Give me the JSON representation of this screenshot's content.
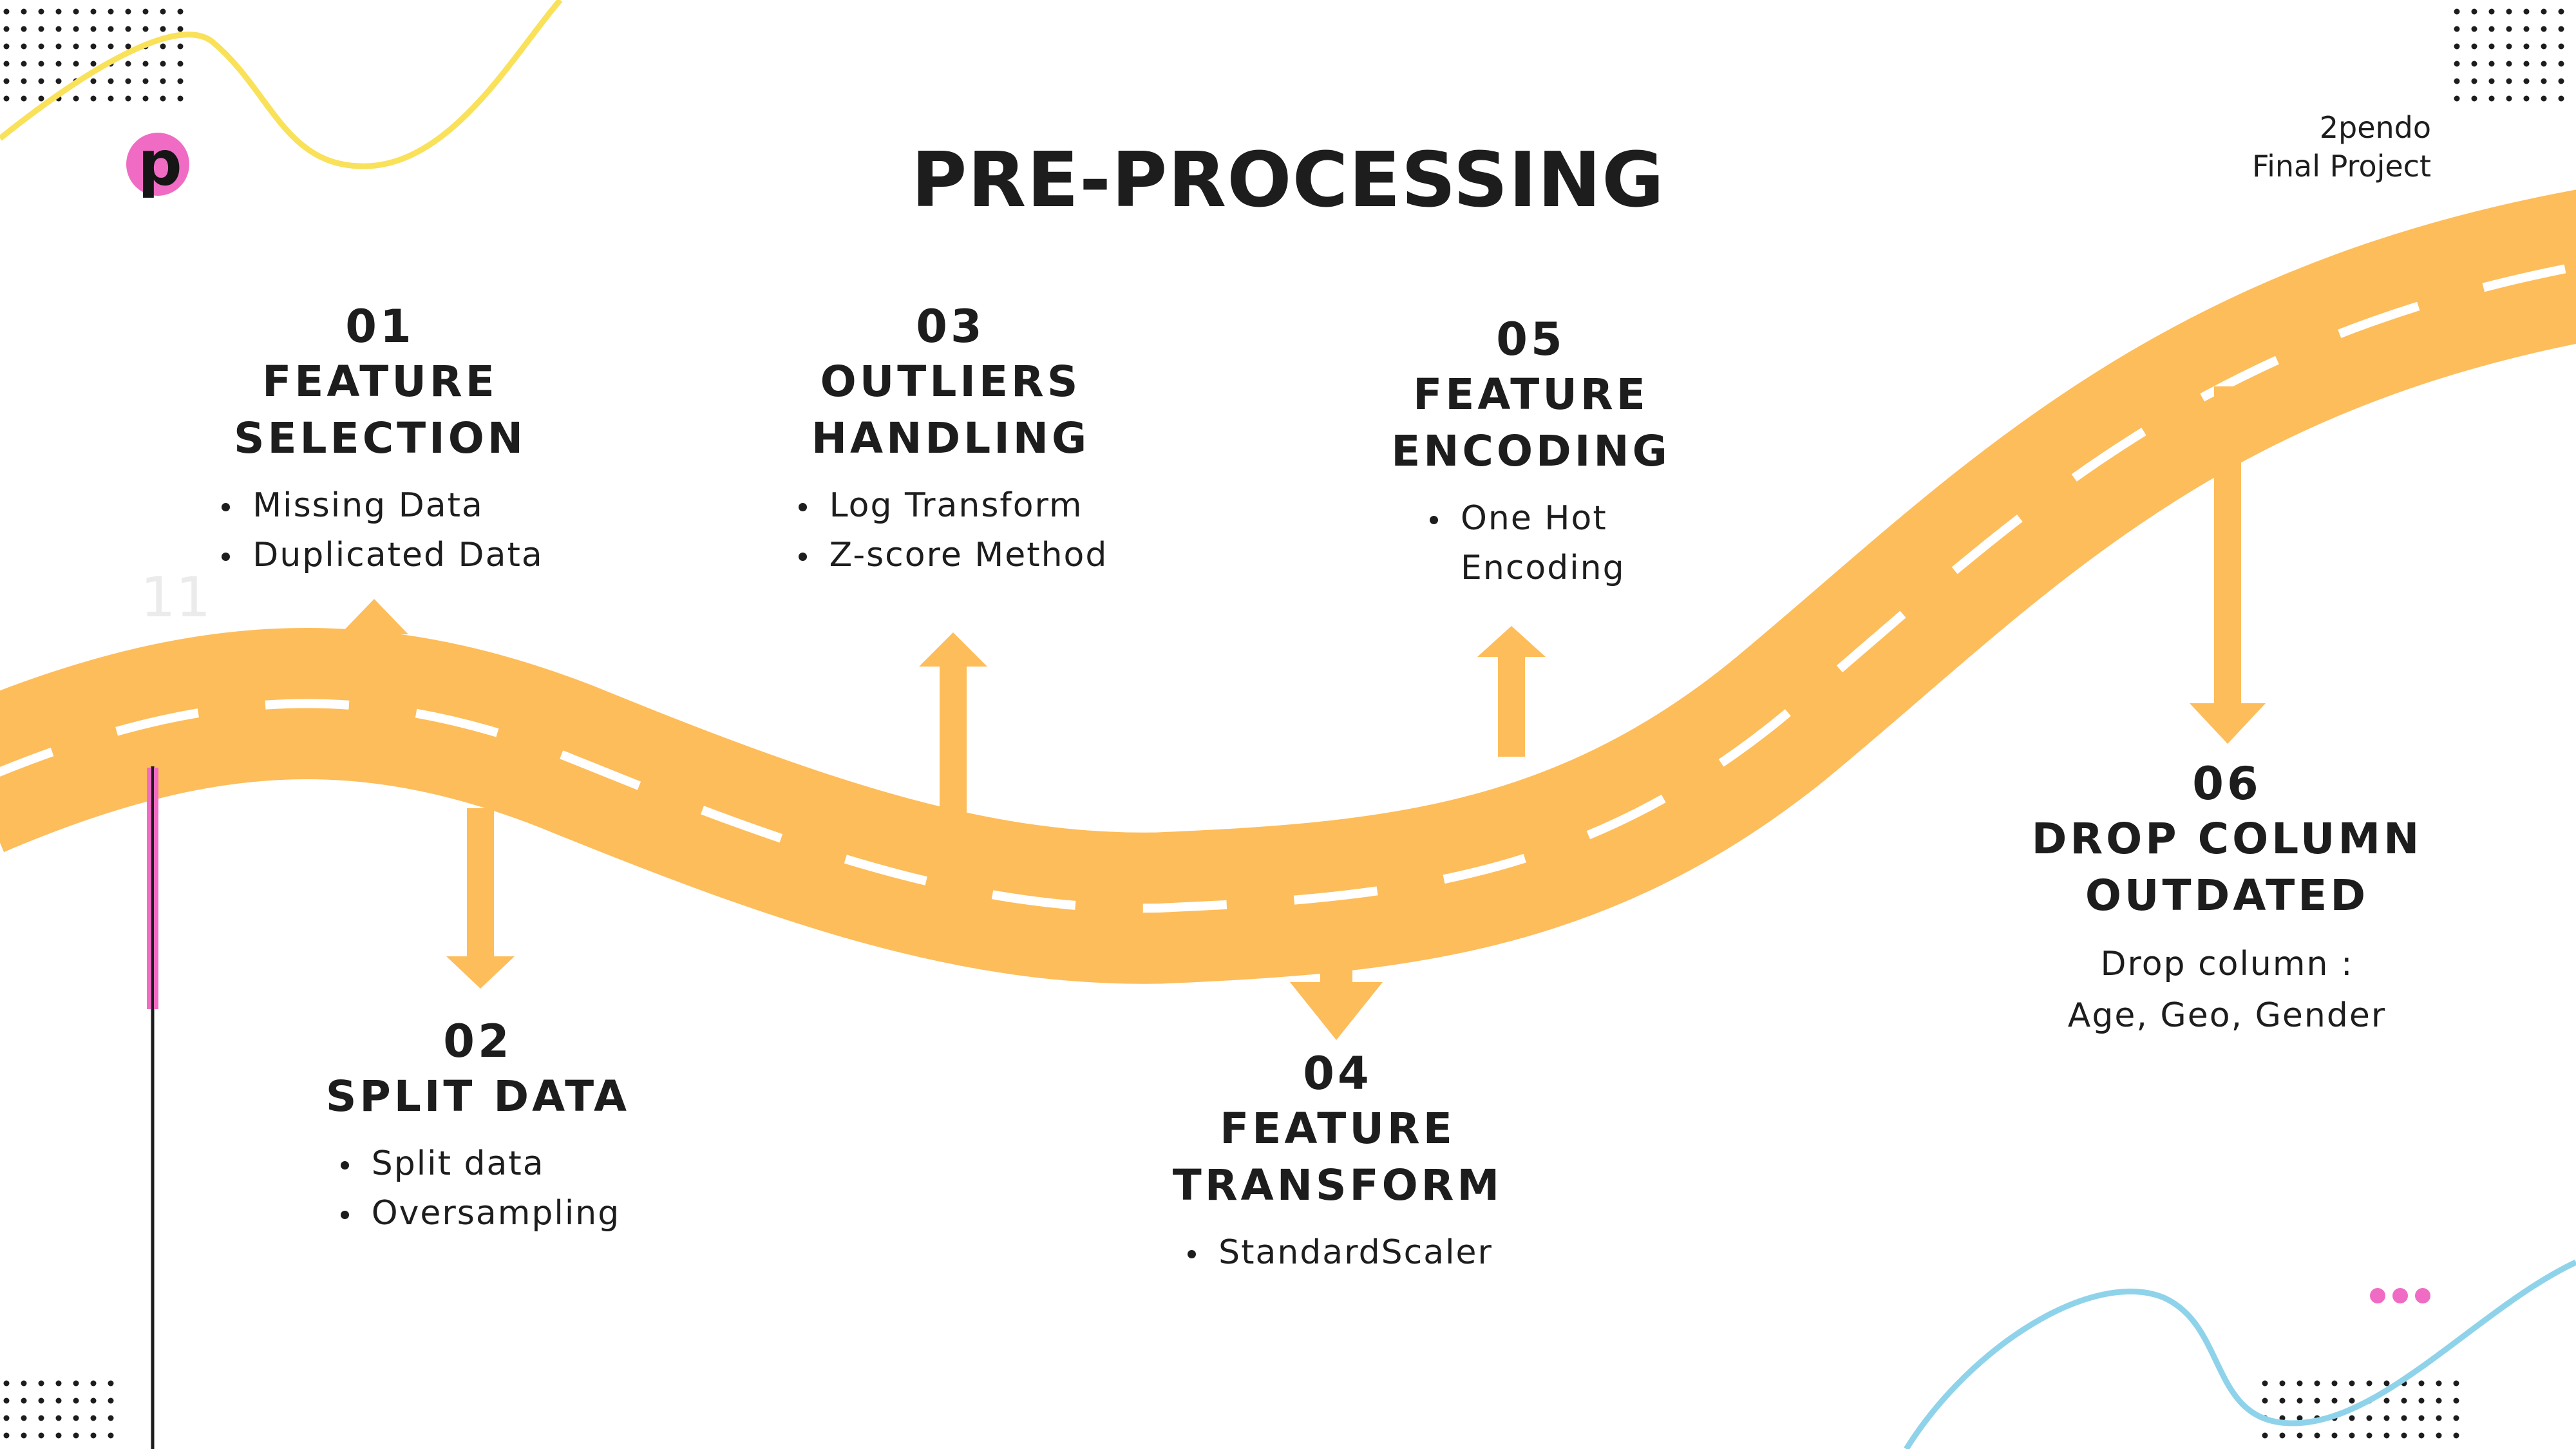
{
  "title": "PRE-PROCESSING",
  "brand": {
    "line1": "2pendo",
    "line2": "Final Project"
  },
  "logo_letter": "p",
  "page_number": "11",
  "colors": {
    "road": "#fdbd5a",
    "arrow": "#fdbd5a",
    "logo": "#f06cc4",
    "accent_pink": "#f06cc4",
    "yellow_line": "#f9e15a",
    "blue_line": "#8fd3ea",
    "text": "#1d1d1d"
  },
  "steps": [
    {
      "num": "01",
      "heading": [
        "FEATURE",
        "SELECTION"
      ],
      "bullets": [
        "Missing Data",
        "Duplicated Data"
      ]
    },
    {
      "num": "02",
      "heading": [
        "SPLIT DATA"
      ],
      "bullets": [
        "Split data",
        "Oversampling"
      ]
    },
    {
      "num": "03",
      "heading": [
        "OUTLIERS",
        "HANDLING"
      ],
      "bullets": [
        "Log Transform",
        "Z-score Method"
      ]
    },
    {
      "num": "04",
      "heading": [
        "FEATURE",
        "TRANSFORM"
      ],
      "bullets": [
        "StandardScaler"
      ]
    },
    {
      "num": "05",
      "heading": [
        "FEATURE",
        "ENCODING"
      ],
      "bullets": [
        "One Hot Encoding"
      ]
    },
    {
      "num": "06",
      "heading": [
        "DROP COLUMN",
        "OUTDATED"
      ],
      "description": "Drop column : Age, Geo, Gender"
    }
  ]
}
